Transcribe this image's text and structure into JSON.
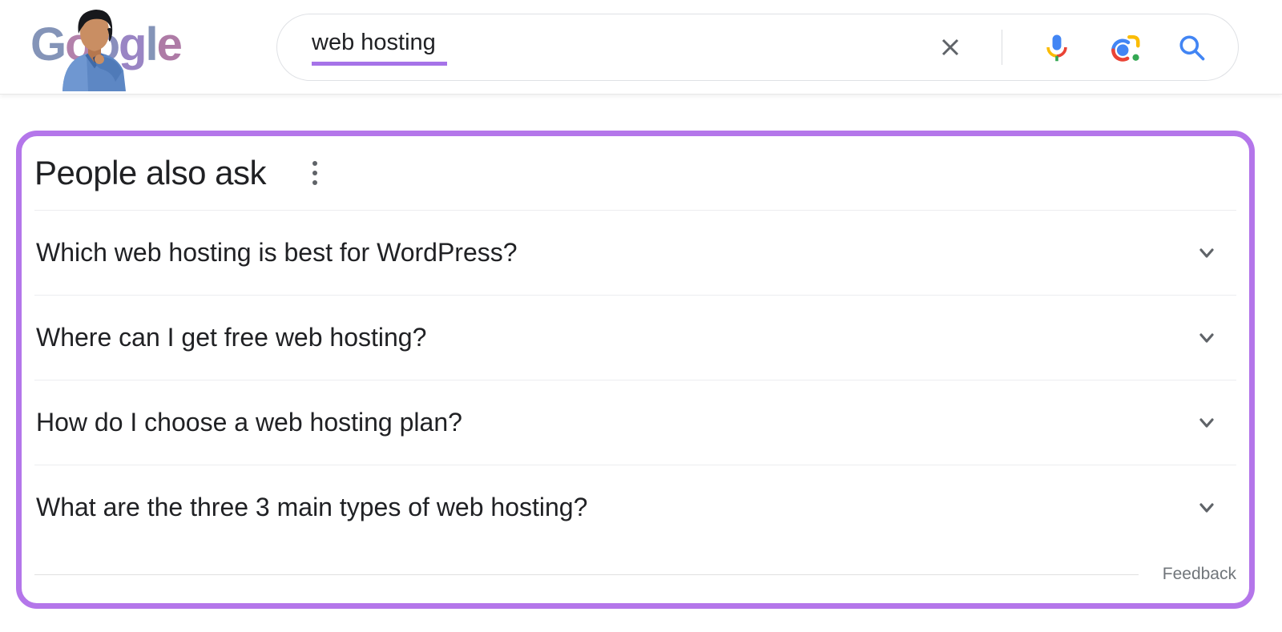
{
  "header": {
    "logo": {
      "text": "Google",
      "letters": [
        "G",
        "o",
        "o",
        "g",
        "l",
        "e"
      ],
      "doodle": "doctor-in-blue-scrubs-doodle"
    },
    "search": {
      "query": "web hosting",
      "icons": {
        "clear": "x-clear",
        "microphone": "google-voice-search-mic",
        "lens": "google-lens-camera",
        "search": "magnifier"
      }
    }
  },
  "people_also_ask": {
    "title": "People also ask",
    "more_options_icon": "kebab-vertical-dots",
    "questions": [
      {
        "text": "Which web hosting is best for WordPress?",
        "expand_icon": "chevron-down"
      },
      {
        "text": "Where can I get free web hosting?",
        "expand_icon": "chevron-down"
      },
      {
        "text": "How do I choose a web hosting plan?",
        "expand_icon": "chevron-down"
      },
      {
        "text": "What are the three 3 main types of web hosting?",
        "expand_icon": "chevron-down"
      }
    ],
    "feedback_label": "Feedback"
  },
  "colors": {
    "accent_purple": "#b476ea",
    "underline_purple": "#a673e8",
    "google_blue": "#4285f4",
    "google_red": "#ea4335",
    "google_yellow": "#fbbc05",
    "google_green": "#34a853",
    "text_primary": "#202124",
    "text_secondary": "#70757a",
    "icon_gray": "#5f6368",
    "logo_letter_colors": [
      "#8494b8",
      "#b381ab",
      "#8a8fbd",
      "#9a85c4",
      "#8494b8",
      "#ae7ba6"
    ]
  }
}
